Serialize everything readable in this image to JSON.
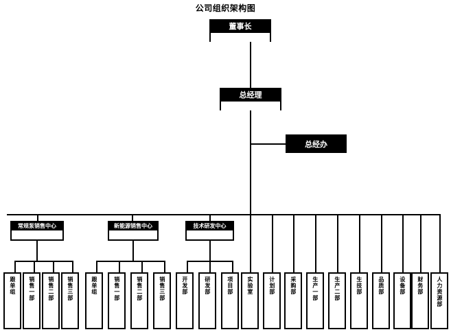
{
  "title": "公司组织架构图",
  "nodes": {
    "chairman": {
      "label": "董事长"
    },
    "general_manager": {
      "label": "总经理"
    },
    "gm_office": {
      "label": "总经办"
    }
  },
  "centers": [
    {
      "label": "常规泵销售中心",
      "children": [
        "跟单组",
        "销售一部",
        "销售二部",
        "销售三部"
      ]
    },
    {
      "label": "新能源销售中心",
      "children": [
        "跟单组",
        "销售一部",
        "销售二部",
        "销售三部"
      ]
    },
    {
      "label": "技术研发中心",
      "children": [
        "开发部",
        "研发部",
        "项目部"
      ]
    }
  ],
  "departments": [
    {
      "label": "实验室"
    },
    {
      "label": "计划部"
    },
    {
      "label": "采购部"
    },
    {
      "label": "生产一部"
    },
    {
      "label": "生产二部"
    },
    {
      "label": "生技部"
    },
    {
      "label": "品质部"
    },
    {
      "label": "设备部"
    },
    {
      "label": "财务部"
    },
    {
      "label": "人力资源部"
    }
  ],
  "leaves_flat": [
    "跟单组",
    "销售一部",
    "销售二部",
    "销售三部",
    "跟单组",
    "销售一部",
    "销售二部",
    "销售三部",
    "开发部",
    "研发部",
    "项目部",
    "实验室",
    "计划部",
    "采购部",
    "生产一部",
    "生产二部",
    "生技部",
    "品质部",
    "设备部",
    "财务部",
    "人力资源部"
  ],
  "colors": {
    "line": "#000000",
    "node_fill": "#ffffff",
    "caption_fill": "#000000",
    "caption_text": "#ffffff",
    "page_bg": "#ffffff"
  }
}
